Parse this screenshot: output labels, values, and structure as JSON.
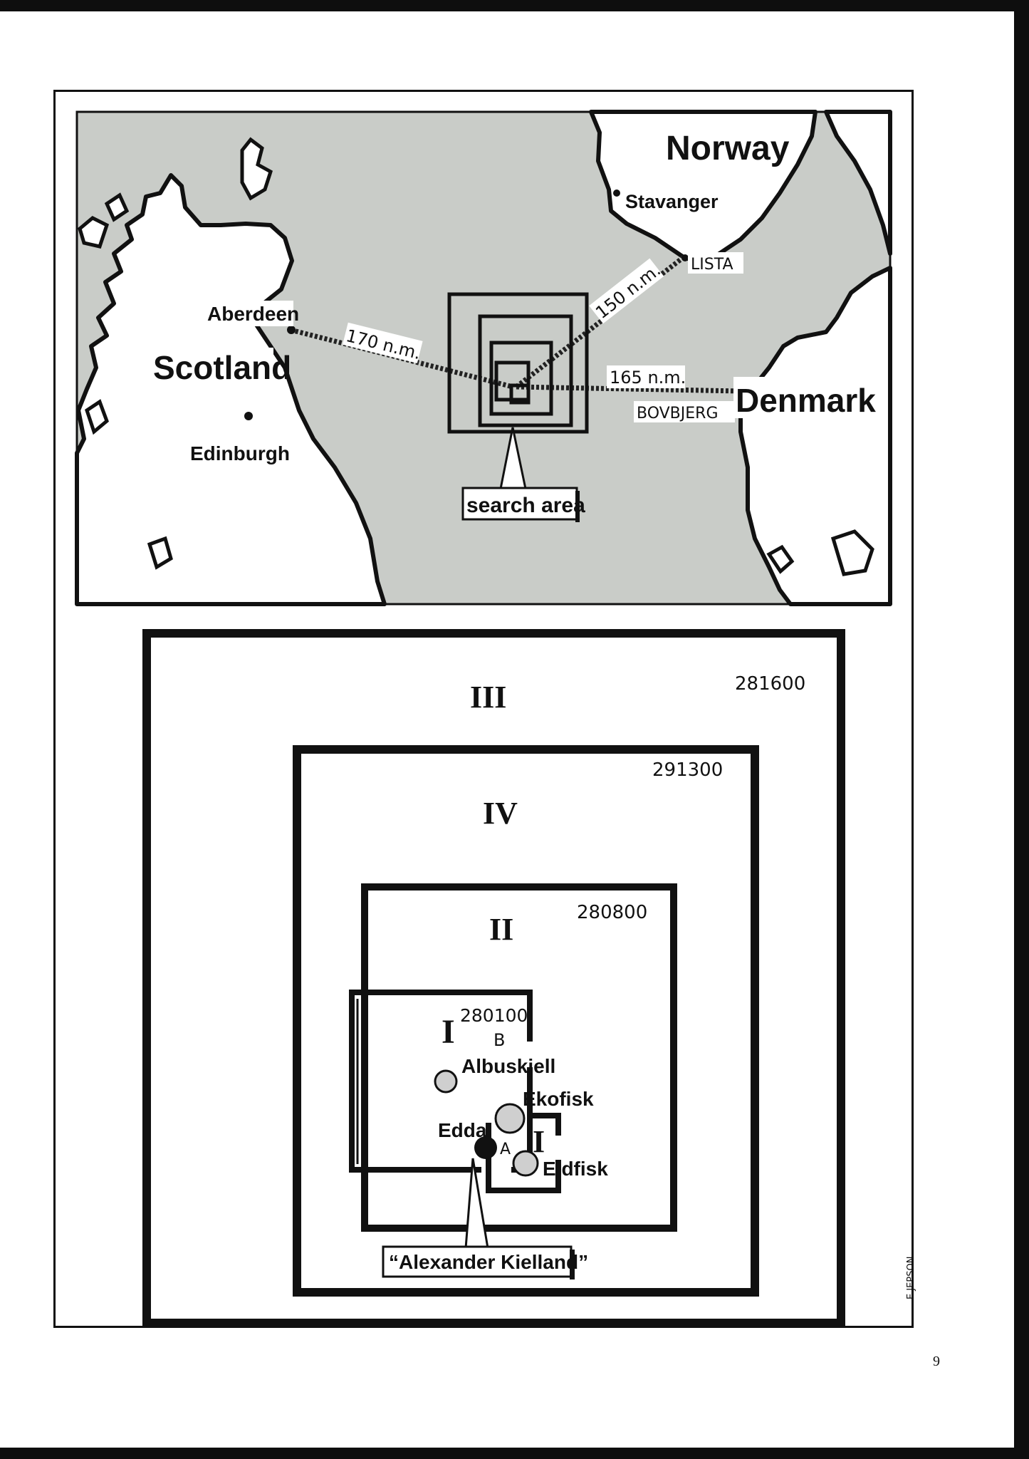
{
  "map": {
    "countries": {
      "norway": "Norway",
      "scotland": "Scotland",
      "denmark": "Denmark"
    },
    "cities": {
      "stavanger": "Stavanger",
      "aberdeen": "Aberdeen",
      "edinburgh": "Edinburgh"
    },
    "points": {
      "lista": "LISTA",
      "bovbjerg": "BOVBJERG"
    },
    "distances": {
      "aberdeen": "170 n.m.",
      "lista": "150 n.m.",
      "bovbjerg": "165 n.m."
    },
    "search_area_label": "search area"
  },
  "detail": {
    "zones": [
      {
        "roman": "III",
        "code": "281600"
      },
      {
        "roman": "IV",
        "code": "291300"
      },
      {
        "roman": "II",
        "code": "280800"
      },
      {
        "roman": "I",
        "code": "280100"
      }
    ],
    "secondary_zone_roman": "I",
    "marker_b": "B",
    "marker_a": "A",
    "fields": {
      "albuskjell": "Albuskjell",
      "ekofisk": "Ekofisk",
      "edda": "Edda",
      "eldfisk": "Eldfisk"
    },
    "wreck_label": "“Alexander Kielland”"
  },
  "credit": "E JEPSON",
  "page_number": "9",
  "colors": {
    "sea": "#c9ccc8",
    "land": "#ffffff",
    "ink": "#111111"
  }
}
